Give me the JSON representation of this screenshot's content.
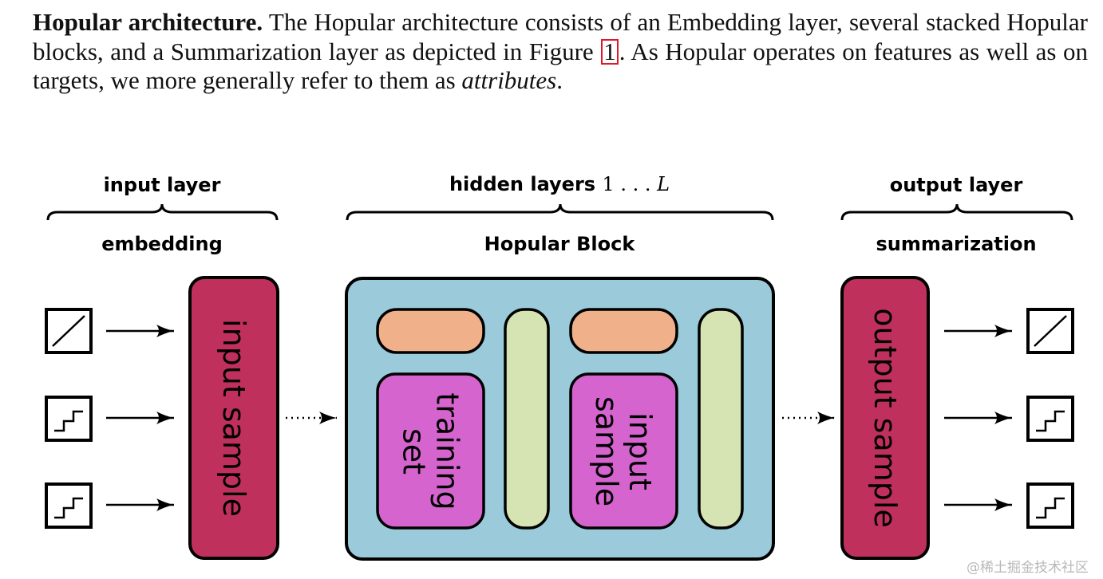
{
  "paragraph": {
    "heading": "Hopular architecture.",
    "text_before_ref": " The Hopular architecture consists of an Embedding layer, several stacked Hopular blocks, and a Summarization layer as depicted in Figure ",
    "figure_ref": "1",
    "text_after_ref": ". As Hopular operates on features as well as on targets, we more generally refer to them as ",
    "italic_word": "attributes",
    "end": "."
  },
  "diagram": {
    "input_layer_title": "input layer",
    "input_layer_sub": "embedding",
    "hidden_title": "hidden layers",
    "hidden_range": "1 . . . ",
    "hidden_range_var": "L",
    "hidden_sub": "Hopular Block",
    "output_layer_title": "output layer",
    "output_layer_sub": "summarization",
    "input_box_label": "input sample",
    "output_box_label": "output sample",
    "training_set_label_1": "training",
    "training_set_label_2": "set",
    "inner_input_label_1": "input",
    "inner_input_label_2": "sample"
  },
  "colors": {
    "sample_box": "#c0305c",
    "hopular_block": "#9bcadb",
    "orange_module": "#f0b08a",
    "green_module": "#d5e4b2",
    "magenta_module": "#d564cf"
  },
  "watermark": "@稀土掘金技术社区"
}
